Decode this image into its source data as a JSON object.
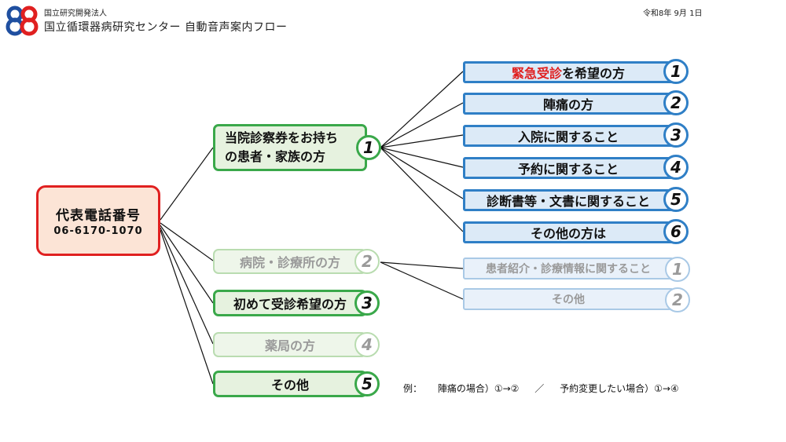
{
  "header": {
    "org_sub": "国立研究開発法人",
    "org_title": "国立循環器病研究センター 自動音声案内フロー",
    "date": "令和8年 9月 1日"
  },
  "main": {
    "title": "代表電話番号",
    "phone": "06-6170-1070"
  },
  "level1": [
    {
      "line1": "当院診察券をお持ち",
      "line2": "の患者・家族の方",
      "num": "1"
    },
    {
      "label": "病院・診療所の方",
      "num": "2"
    },
    {
      "label": "初めて受診希望の方",
      "num": "3"
    },
    {
      "label": "薬局の方",
      "num": "4"
    },
    {
      "label": "その他",
      "num": "5"
    }
  ],
  "level2a": [
    {
      "label_red": "緊急受診",
      "label_rest": "を希望の方",
      "num": "1"
    },
    {
      "label": "陣痛の方",
      "num": "2"
    },
    {
      "label": "入院に関すること",
      "num": "3"
    },
    {
      "label": "予約に関すること",
      "num": "4"
    },
    {
      "label": "診断書等・文書に関すること",
      "num": "5"
    },
    {
      "label": "その他の方は",
      "num": "6"
    }
  ],
  "level2b": [
    {
      "label": "患者紹介・診療情報に関すること",
      "num": "1"
    },
    {
      "label": "その他",
      "num": "2"
    }
  ],
  "example": {
    "lead": "例：",
    "case1": "陣痛の場合）①→②",
    "sep": "／",
    "case2": "予約変更したい場合）①→④"
  },
  "colors": {
    "main_border": "#e02020",
    "main_fill": "#fce4d6",
    "green_border": "#3aa84a",
    "green_fill": "#e6f2df",
    "blue_border": "#2f7fc6",
    "blue_fill": "#dceaf7",
    "emphasis": "#e02020"
  }
}
